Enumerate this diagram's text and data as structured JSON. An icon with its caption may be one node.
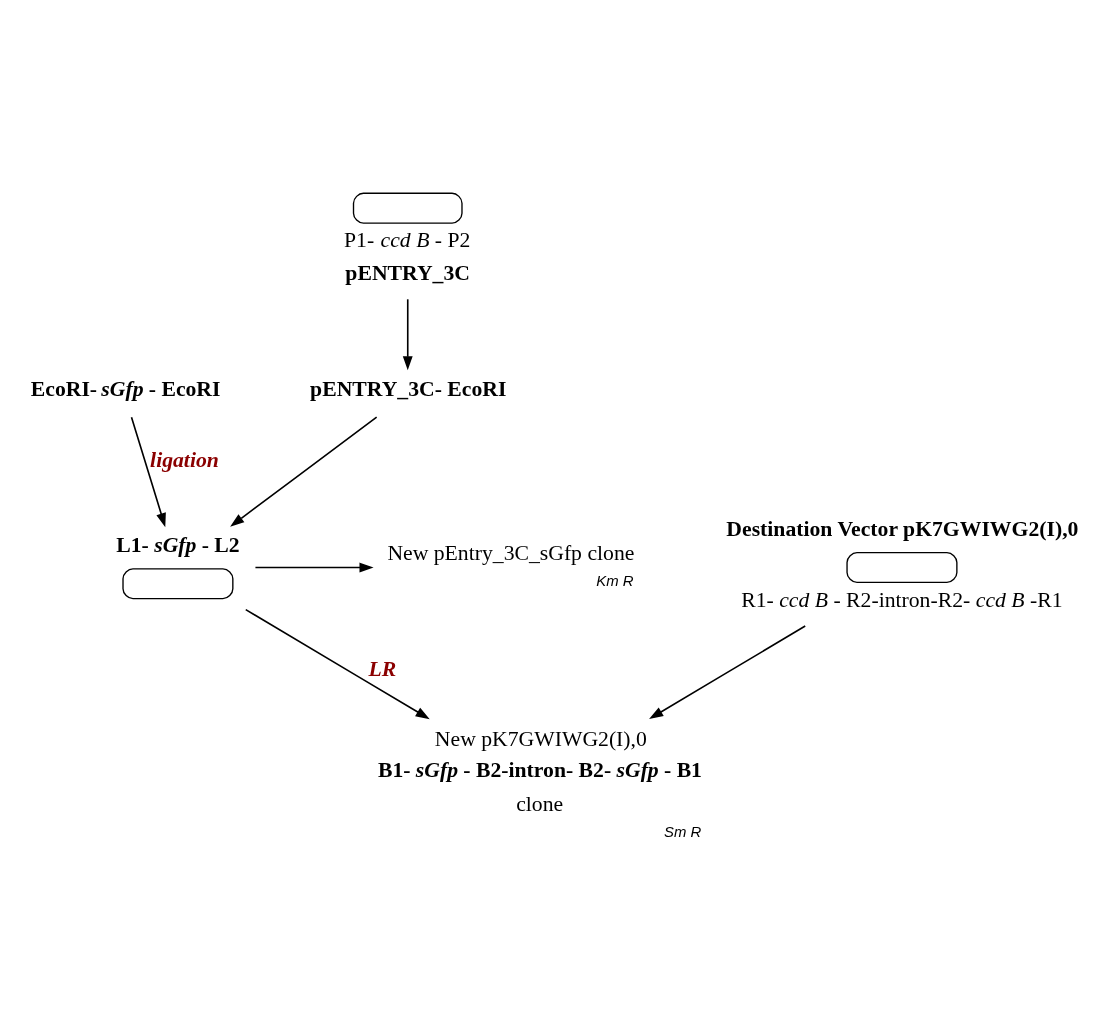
{
  "diagram": {
    "nodes": [
      {
        "text": [
          "P1- *ccd B* - P2",
          "pENTRY_3C"
        ]
      },
      {
        "text": [
          "EcoRI- *sGfp* - EcoRI"
        ]
      },
      {
        "text": [
          "pENTRY_3C- EcoRI"
        ]
      },
      {
        "text": [
          "L1- *sGfp* - L2"
        ]
      },
      {
        "text": [
          "New pEntry_3C_sGfp clone"
        ],
        "beside": [
          "Km R"
        ]
      },
      {
        "text": [
          "Destination Vector pK7GWIWG2(I),0",
          "R1- *ccd B* - R2-intron-R2- *ccd B* -R1"
        ]
      },
      {
        "text": [
          "New pK7GWIWG2(I),0",
          "B1- *sGfp* - B2-intron- B2- *sGfp* - B1",
          "clone"
        ],
        "beside": [
          "Sm R"
        ]
      }
    ],
    "edges": [
      {
        "from": 0,
        "to": 2,
        "arrow": "to"
      },
      {
        "from": 1,
        "to": 3,
        "arrow": "to",
        "label": "ligation"
      },
      {
        "from": 2,
        "to": 3,
        "arrow": "to"
      },
      {
        "from": 3,
        "to": 4,
        "arrow": "to"
      },
      {
        "from": 3,
        "to": 6,
        "arrow": "to",
        "label": "LR"
      },
      {
        "from": 5,
        "to": 6,
        "arrow": "to"
      }
    ]
  }
}
